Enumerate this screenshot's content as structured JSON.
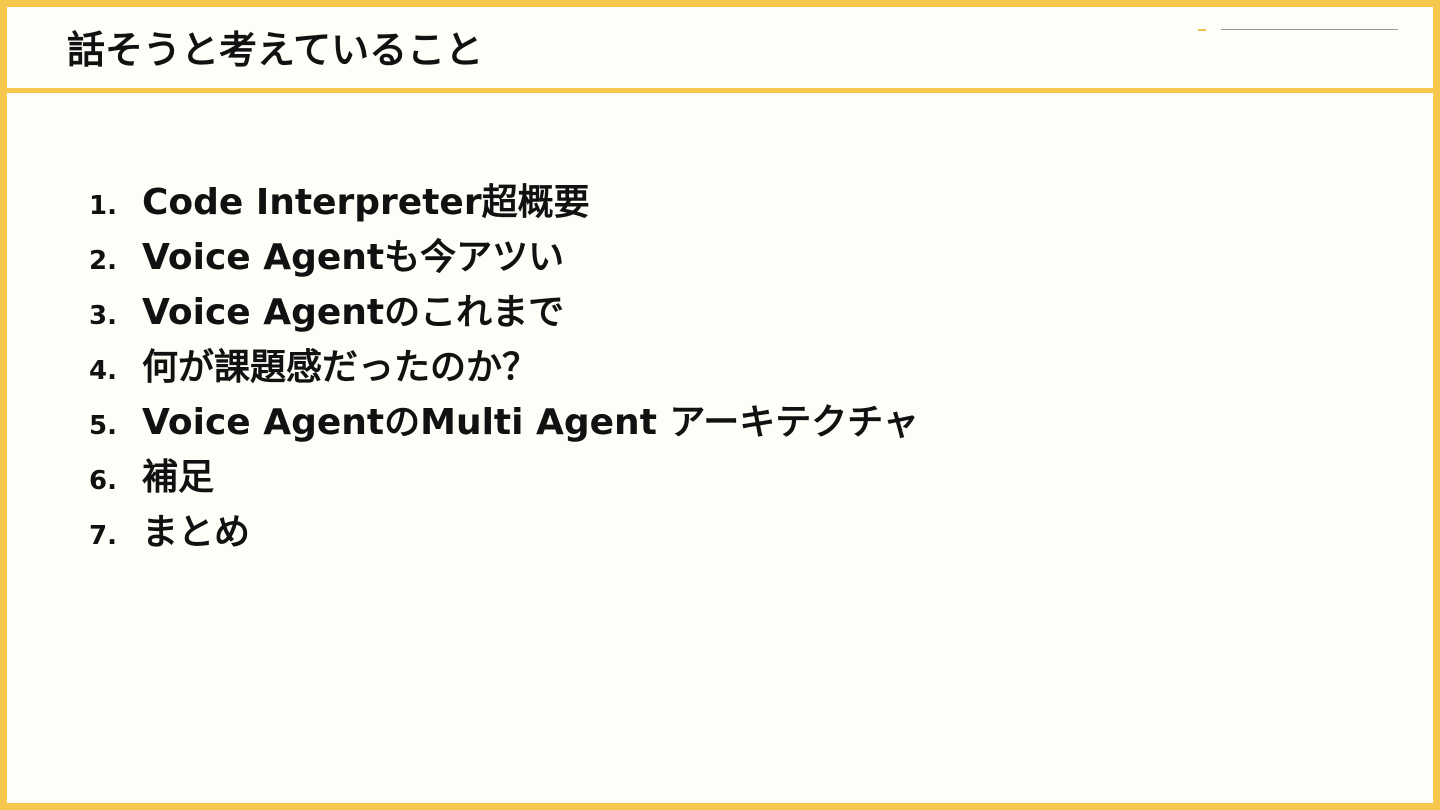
{
  "slide": {
    "title": "話そうと考えていること",
    "agenda": [
      {
        "number": "1.",
        "text": "Code Interpreter超概要"
      },
      {
        "number": "2.",
        "text": "Voice Agentも今アツい"
      },
      {
        "number": "3.",
        "text": "Voice Agentのこれまで"
      },
      {
        "number": "4.",
        "text": "何が課題感だったのか？"
      },
      {
        "number": "5.",
        "text": "Voice AgentのMulti Agent アーキテクチャ"
      },
      {
        "number": "6.",
        "text": "補足"
      },
      {
        "number": "7.",
        "text": "まとめ"
      }
    ]
  },
  "colors": {
    "accent": "#f5c84c",
    "background": "#fefdf8",
    "text": "#111111"
  }
}
